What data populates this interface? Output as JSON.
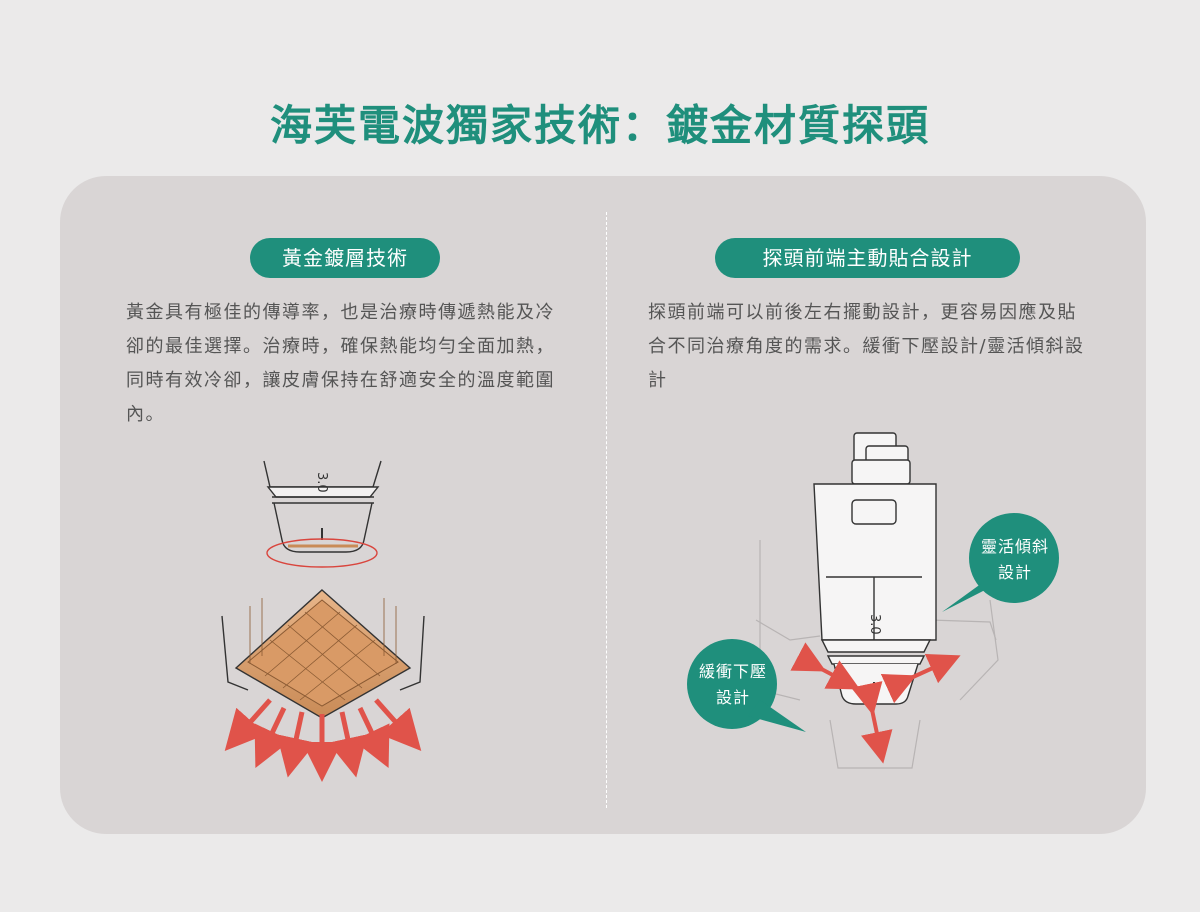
{
  "title": "海芙電波獨家技術：鍍金材質探頭",
  "left": {
    "heading": "黃金鍍層技術",
    "body": "黃金具有極佳的傳導率，也是治療時傳遞熱能及冷卻的最佳選擇。治療時，確保熱能均勻全面加熱，同時有效冷卻，讓皮膚保持在舒適安全的溫度範圍內。",
    "probe_label": "3.0"
  },
  "right": {
    "heading": "探頭前端主動貼合設計",
    "body": "探頭前端可以前後左右擺動設計，更容易因應及貼合不同治療角度的需求。緩衝下壓設計/靈活傾斜設計",
    "probe_label": "3.0",
    "bubble_tilt": "靈活傾斜\n設計",
    "bubble_press": "緩衝下壓\n設計"
  },
  "colors": {
    "accent": "#1f8f7c",
    "panel": "#d9d5d5",
    "background": "#ebeaea",
    "gold": "#d9a476",
    "arrow": "#e0534a"
  }
}
